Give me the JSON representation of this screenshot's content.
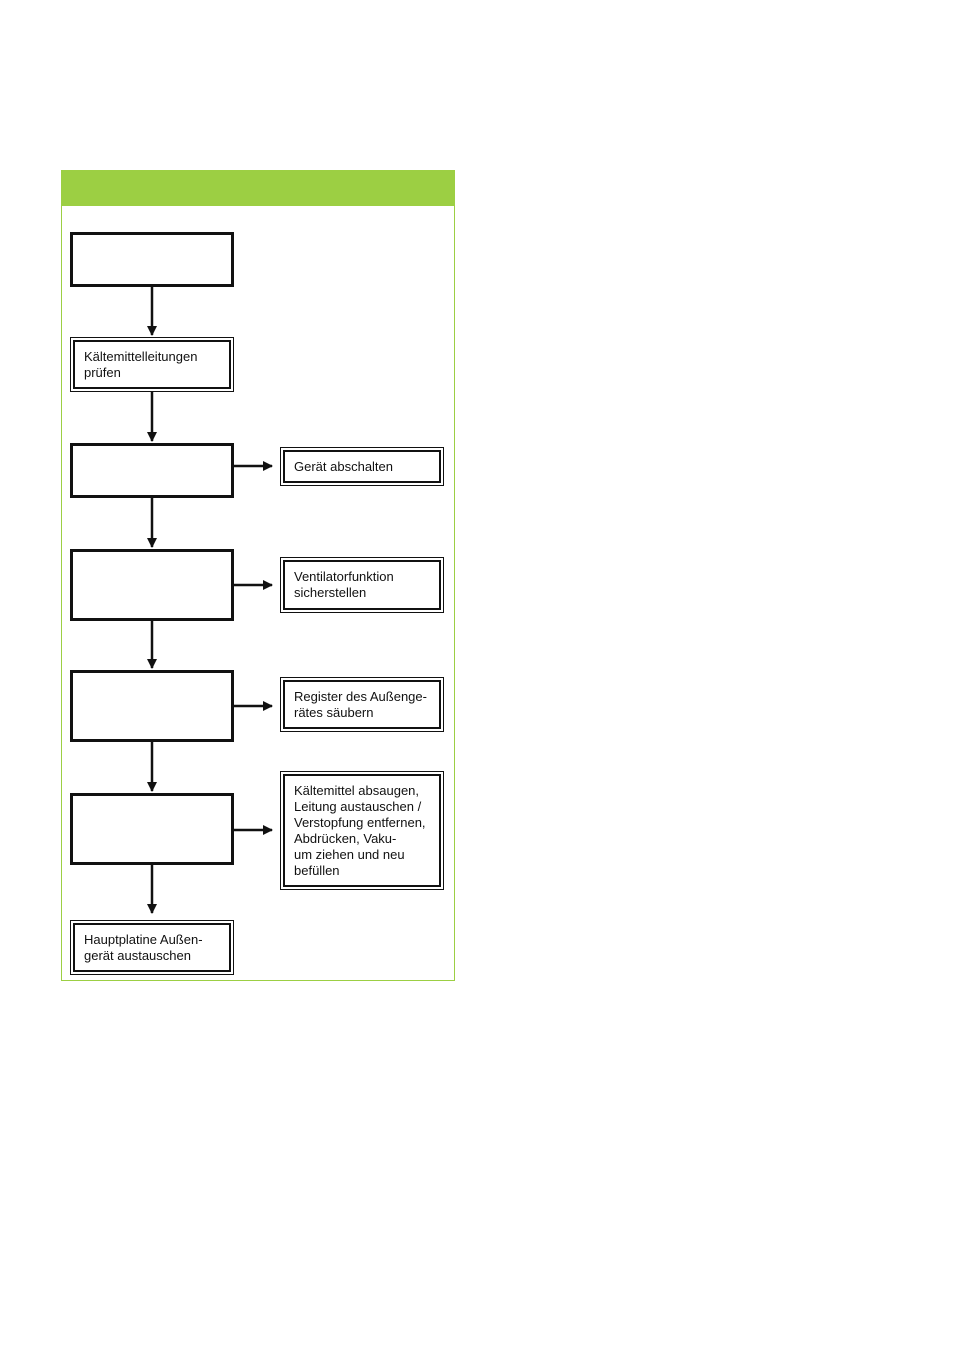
{
  "flowchart": {
    "header_title": "",
    "steps": {
      "start": "",
      "check_pipes": "Kältemittelleitungen\nprüfen",
      "decision_1": "",
      "decision_2": "",
      "decision_3": "",
      "decision_4": "",
      "replace_board": "Hauptplatine Außen-\ngerät austauschen"
    },
    "actions": {
      "switch_off": "Gerät abschalten",
      "fan_function": "Ventilatorfunktion\nsicherstellen",
      "clean_register": "Register des Außenge-\nrätes säubern",
      "refrigerant": "Kältemittel absaugen,\nLeitung austauschen /\nVerstopfung entfernen,\nAbdrücken, Vaku-\num ziehen und neu\nbefüllen"
    },
    "colors": {
      "accent": "#9ccf43",
      "line": "#111111"
    }
  }
}
